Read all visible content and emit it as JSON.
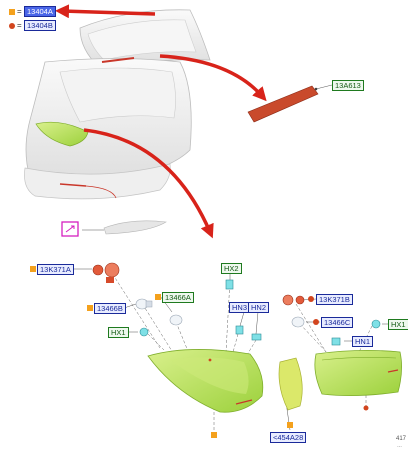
{
  "legend": [
    {
      "symbol": "square-marker",
      "equals": "=",
      "code": "13404A",
      "highlighted": true
    },
    {
      "symbol": "dot-marker",
      "equals": "=",
      "code": "13404B",
      "highlighted": false
    }
  ],
  "labels": {
    "part_13A613": "13A613",
    "part_13K371A": "13K371A",
    "part_13466B": "13466B",
    "part_13466A": "13466A",
    "part_HX2": "HX2",
    "part_HN3": "HN3",
    "part_HN2": "HN2",
    "part_13K371B": "13K371B",
    "part_13466C": "13466C",
    "part_HX1_left": "HX1",
    "part_HX1_right": "HX1",
    "part_HN1": "HN1",
    "part_454A28": "<454A28"
  },
  "figure_ref": "417",
  "figure_ref_small": "…",
  "colors": {
    "arrow": "#d8231a",
    "lamp_fill": "#b7e05a",
    "lamp_edge": "#7fae2c",
    "car_body": "#ededed",
    "blue_label": "#1a2a9a",
    "green_label": "#1f7a1f",
    "highlight": "#4a66e8",
    "square_marker": "#f4a11d",
    "dot_marker": "#d2451e",
    "magenta_box": "#d61fbf"
  }
}
